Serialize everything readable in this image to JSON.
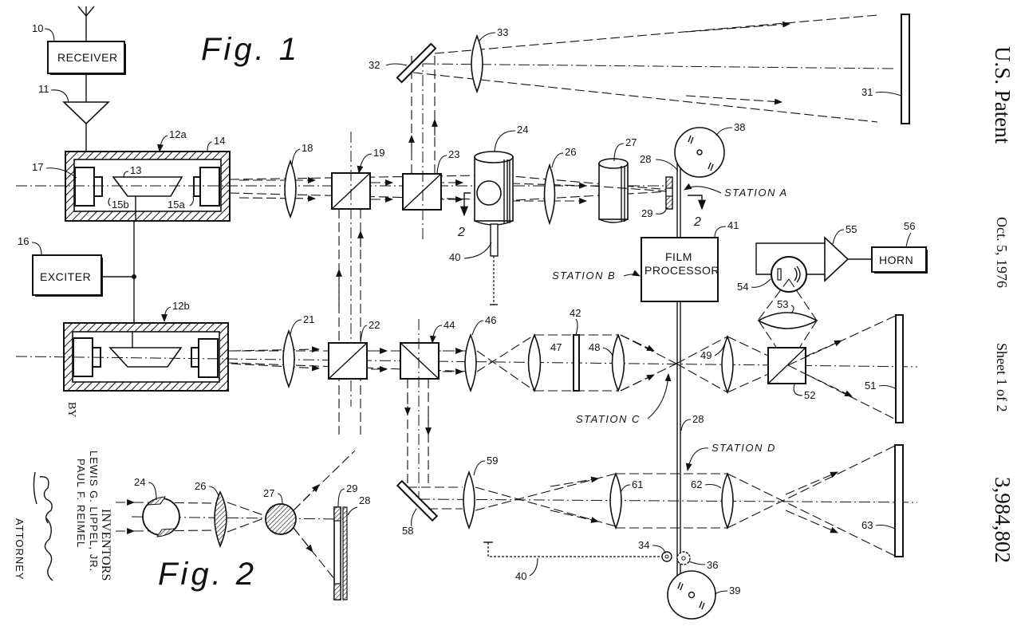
{
  "header": {
    "title": "U.S. Patent",
    "date": "Oct. 5, 1976",
    "sheet": "Sheet 1 of 2",
    "patent_number": "3,984,802"
  },
  "figures": {
    "fig1": "Fig. 1",
    "fig2": "Fig. 2"
  },
  "boxes": {
    "receiver": "RECEIVER",
    "exciter": "EXCITER",
    "film_processor_line1": "FILM",
    "film_processor_line2": "PROCESSOR",
    "horn": "HORN"
  },
  "stations": {
    "a": "STATION A",
    "b": "STATION B",
    "c": "STATION C",
    "d": "STATION D"
  },
  "section_marker": "2",
  "refs": {
    "r10": "10",
    "r11": "11",
    "r12a": "12a",
    "r12b": "12b",
    "r13": "13",
    "r14": "14",
    "r15a": "15a",
    "r15b": "15b",
    "r16": "16",
    "r17": "17",
    "r18": "18",
    "r19": "19",
    "r21": "21",
    "r22": "22",
    "r23": "23",
    "r24": "24",
    "r26": "26",
    "r27": "27",
    "r28": "28",
    "r29": "29",
    "r31": "31",
    "r32": "32",
    "r33": "33",
    "r34": "34",
    "r36": "36",
    "r38": "38",
    "r39": "39",
    "r40": "40",
    "r41": "41",
    "r42": "42",
    "r44": "44",
    "r46": "46",
    "r47": "47",
    "r48": "48",
    "r49": "49",
    "r51": "51",
    "r52": "52",
    "r53": "53",
    "r54": "54",
    "r55": "55",
    "r56": "56",
    "r58": "58",
    "r59": "59",
    "r61": "61",
    "r62": "62",
    "r63": "63"
  },
  "fig2_refs": {
    "r24": "24",
    "r26": "26",
    "r27": "27",
    "r29": "29",
    "r28": "28"
  },
  "signature": {
    "by": "BY",
    "inventors_heading": "INVENTORS",
    "inventor1": "LEWIS G. LIPPEL, JR.",
    "inventor2": "PAUL F. REIMEL",
    "attorney": "ATTORNEY"
  }
}
